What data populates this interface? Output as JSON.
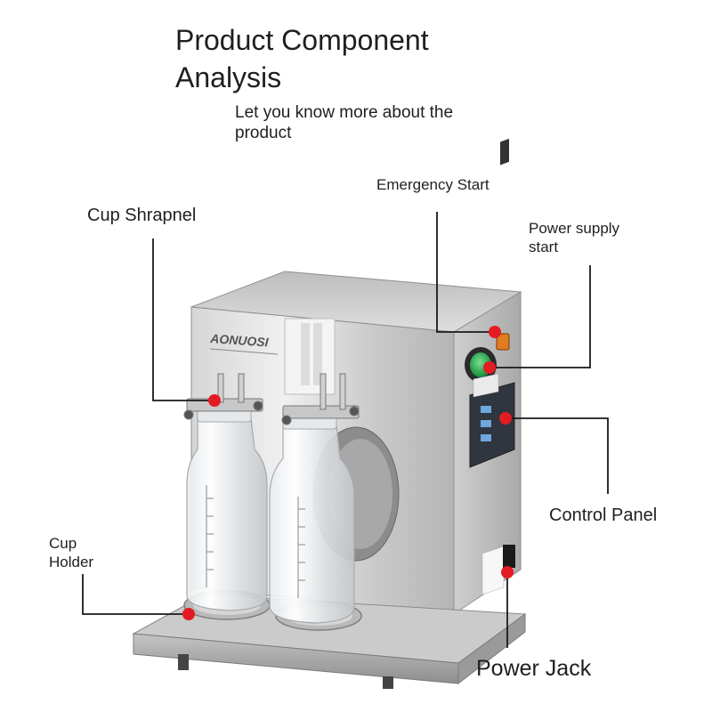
{
  "header": {
    "title": "Product Component Analysis",
    "subtitle": "Let you know more about the product"
  },
  "machine": {
    "brand_logo": "AONUOSI"
  },
  "callouts": {
    "cup_shrapnel": "Cup Shrapnel",
    "emergency_start": "Emergency Start",
    "power_supply_start": "Power supply start",
    "control_panel": "Control Panel",
    "cup_holder": "Cup Holder",
    "power_jack": "Power Jack"
  },
  "colors": {
    "marker": "#e31b23",
    "leader_line": "#1a1a1a",
    "steel_light": "#dcdcdc",
    "steel_dark": "#9a9a9a",
    "start_button": "#1fa84a"
  }
}
